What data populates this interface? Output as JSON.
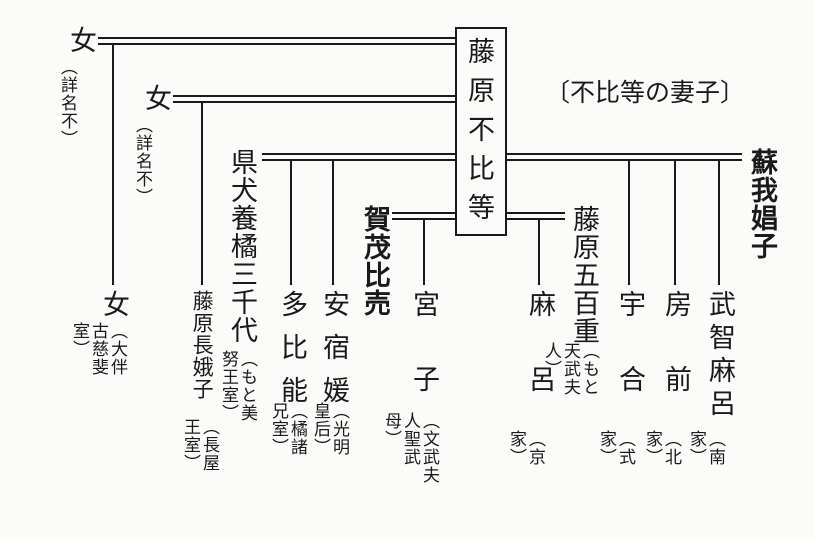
{
  "center": {
    "name": "藤原不比等"
  },
  "caption": "〔不比等の妻子〕",
  "wives": {
    "wife1": {
      "name": "女",
      "note": "詳名不"
    },
    "wife2": {
      "name": "女",
      "note": "詳名不"
    },
    "wife3": {
      "name": "県犬養橘三千代",
      "note": "もと美努王室"
    },
    "wife4": {
      "name": "賀茂比売"
    },
    "wife5": {
      "name": "蘇我娼子"
    }
  },
  "children": {
    "c1": {
      "name": "女",
      "note": "大伴古慈斐室"
    },
    "c2": {
      "name": "藤原長娥子",
      "note": "長屋王室"
    },
    "c3": {
      "name": "多比能",
      "note": "橘諸兄室"
    },
    "c4": {
      "name": "安宿媛",
      "note": "光明皇后"
    },
    "c5": {
      "name": "宮子",
      "note": "文武夫人聖武母"
    },
    "c6": {
      "name": "藤原五百重",
      "note": "もと天武夫人"
    },
    "c7": {
      "name": "麻呂",
      "note": "京家"
    },
    "c8": {
      "name": "宇合",
      "note": "式家"
    },
    "c9": {
      "name": "房前",
      "note": "北家"
    },
    "c10": {
      "name": "武智麻呂",
      "note": "南家"
    }
  },
  "colors": {
    "ink": "#1a1a1a",
    "paper": "#fbfbf9"
  }
}
